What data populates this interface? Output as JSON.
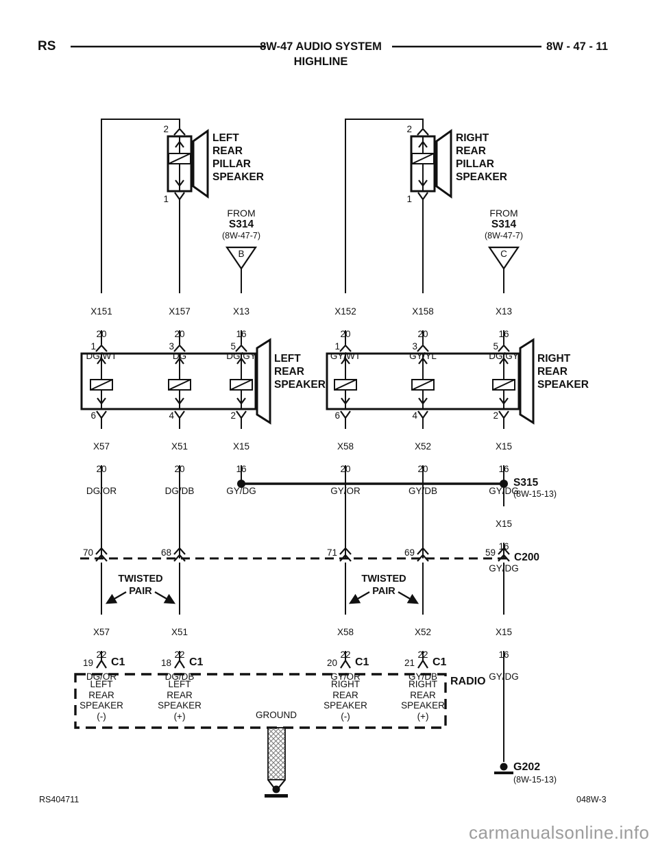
{
  "header": {
    "model_code": "RS",
    "title": "8W-47 AUDIO SYSTEM",
    "subtitle": "HIGHLINE",
    "page_ref": "8W - 47 - 11"
  },
  "pillar_speaker_left": {
    "name": "LEFT\nREAR\nPILLAR\nSPEAKER",
    "pin_top": "2",
    "pin_bottom": "1"
  },
  "pillar_speaker_right": {
    "name": "RIGHT\nREAR\nPILLAR\nSPEAKER",
    "pin_top": "2",
    "pin_bottom": "1"
  },
  "source_left": {
    "from": "FROM",
    "name": "S314",
    "ref": "(8W-47-7)",
    "tag": "B"
  },
  "source_right": {
    "from": "FROM",
    "name": "S314",
    "ref": "(8W-47-7)",
    "tag": "C"
  },
  "wires_top": [
    {
      "circuit": "X151",
      "gauge": "20",
      "color": "DG/WT"
    },
    {
      "circuit": "X157",
      "gauge": "20",
      "color": "DG"
    },
    {
      "circuit": "X13",
      "gauge": "16",
      "color": "DG/GY"
    },
    {
      "circuit": "X152",
      "gauge": "20",
      "color": "GY/WT"
    },
    {
      "circuit": "X158",
      "gauge": "20",
      "color": "GY/YL"
    },
    {
      "circuit": "X13",
      "gauge": "16",
      "color": "DG/GY"
    }
  ],
  "speaker_left": {
    "name": "LEFT\nREAR\nSPEAKER",
    "pins_top": [
      "1",
      "3",
      "5"
    ],
    "pins_bottom": [
      "6",
      "4",
      "2"
    ]
  },
  "speaker_right": {
    "name": "RIGHT\nREAR\nSPEAKER",
    "pins_top": [
      "1",
      "3",
      "5"
    ],
    "pins_bottom": [
      "6",
      "4",
      "2"
    ]
  },
  "wires_mid": [
    {
      "circuit": "X57",
      "gauge": "20",
      "color": "DG/OR"
    },
    {
      "circuit": "X51",
      "gauge": "20",
      "color": "DG/DB"
    },
    {
      "circuit": "X15",
      "gauge": "16",
      "color": "GY/DG"
    },
    {
      "circuit": "X58",
      "gauge": "20",
      "color": "GY/OR"
    },
    {
      "circuit": "X52",
      "gauge": "20",
      "color": "GY/DB"
    },
    {
      "circuit": "X15",
      "gauge": "16",
      "color": "GY/DG"
    }
  ],
  "splice": {
    "name": "S315",
    "ref": "(8W-15-13)"
  },
  "wire_x15_mid": {
    "circuit": "X15",
    "gauge": "16",
    "color": "GY/DG"
  },
  "c200": {
    "name": "C200",
    "pins": [
      "70",
      "68",
      "71",
      "69",
      "59"
    ]
  },
  "twisted_pair_left": {
    "label": "TWISTED\nPAIR"
  },
  "twisted_pair_right": {
    "label": "TWISTED\nPAIR"
  },
  "wires_bottom": [
    {
      "circuit": "X57",
      "gauge": "22",
      "color": "DG/OR"
    },
    {
      "circuit": "X51",
      "gauge": "22",
      "color": "DG/DB"
    },
    {
      "circuit": "X58",
      "gauge": "22",
      "color": "GY/OR"
    },
    {
      "circuit": "X52",
      "gauge": "22",
      "color": "GY/DB"
    },
    {
      "circuit": "X15",
      "gauge": "16",
      "color": "GY/DG"
    }
  ],
  "c1": {
    "name": "C1",
    "pins": [
      "19",
      "18",
      "20",
      "21"
    ]
  },
  "radio": {
    "name": "RADIO",
    "ground_label": "GROUND",
    "terminals": [
      "LEFT\nREAR\nSPEAKER\n(-)",
      "LEFT\nREAR\nSPEAKER\n(+)",
      "RIGHT\nREAR\nSPEAKER\n(-)",
      "RIGHT\nREAR\nSPEAKER\n(+)"
    ]
  },
  "ground": {
    "name": "G202",
    "ref": "(8W-15-13)"
  },
  "footer": {
    "drawing_id": "RS404711",
    "sheet_id": "048W-3",
    "watermark": "carmanualsonline.info"
  }
}
